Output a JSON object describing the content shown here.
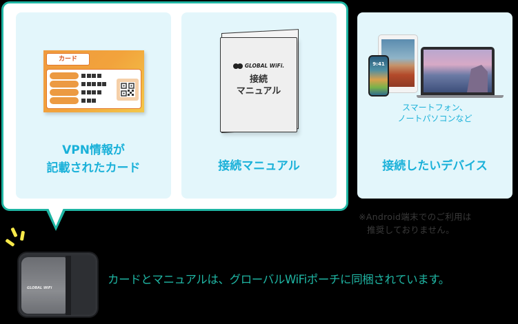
{
  "colors": {
    "frame_border": "#1fb5a3",
    "panel_bg": "#e3f6fb",
    "title_text": "#1ab1d9",
    "caption_text": "#1fb5a3",
    "note_text": "#3a3a3a",
    "card_orange": "#ec9a42",
    "spark_yellow": "#f7e94a"
  },
  "panels": [
    {
      "title_line1": "VPN情報が",
      "title_line2": "記載されたカード",
      "illustration": "vpn-card-icon",
      "card_tab_label": "カード"
    },
    {
      "title": "接続マニュアル",
      "illustration": "manual-booklet-icon",
      "booklet_logo": "GLOBAL WiFi.",
      "booklet_line1": "接続",
      "booklet_line2": "マニュアル"
    },
    {
      "title": "接続したいデバイス",
      "illustration": "devices-icon",
      "phone_time": "9:41",
      "subtitle_line1": "スマートフォン、",
      "subtitle_line2": "ノートパソコンなど"
    }
  ],
  "note": {
    "line1": "※Android端末でのご利用は",
    "line2": "推奨しておりません。"
  },
  "pouch": {
    "logo": "GLOBAL WiFi",
    "illustration": "pouch-icon"
  },
  "caption": "カードとマニュアルは、グローバルWiFiポーチに同梱されています。"
}
